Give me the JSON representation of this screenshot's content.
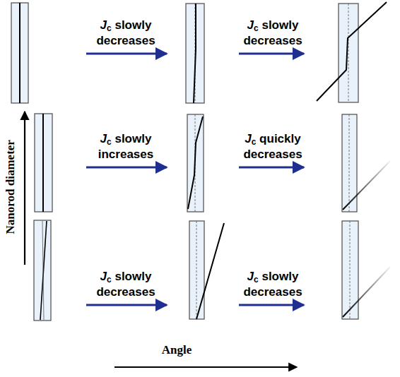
{
  "diagram": {
    "labels": [
      "Jc slowly decreases",
      "Jc slowly decreases",
      "Jc slowly increases",
      "Jc quickly decreases",
      "Jc slowly decreases",
      "Jc slowly decreases",
      "Nanorod diameter",
      "Angle"
    ]
  }
}
